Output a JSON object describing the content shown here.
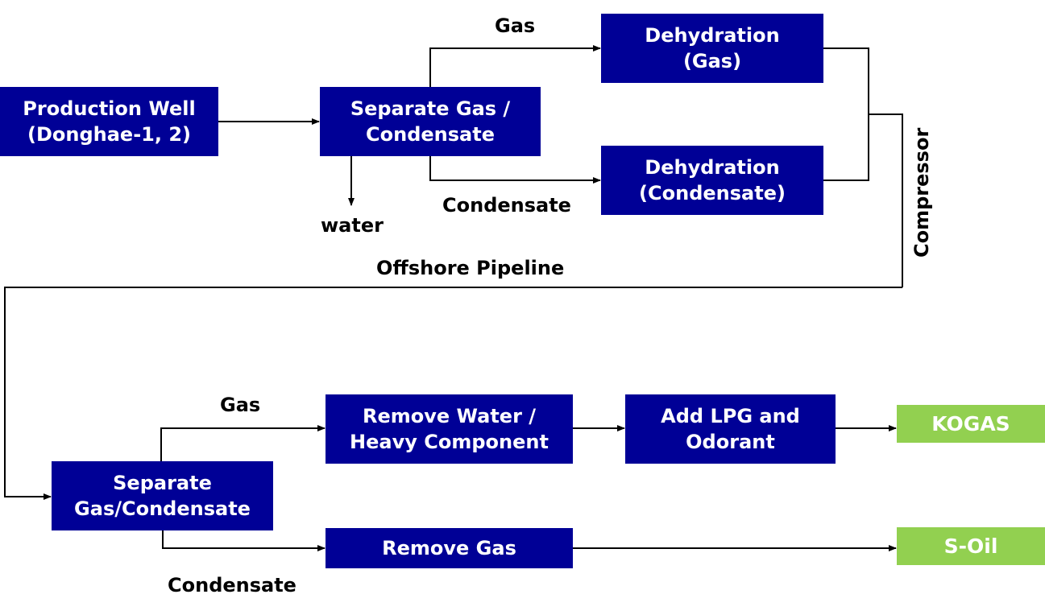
{
  "nodes": {
    "production_well": [
      "Production Well",
      "(Donghae-1, 2)"
    ],
    "separate_gas_condensate_top": [
      "Separate Gas /",
      "Condensate"
    ],
    "dehydration_gas": [
      "Dehydration",
      "(Gas)"
    ],
    "dehydration_condensate": [
      "Dehydration",
      "(Condensate)"
    ],
    "separate_gas_condensate_bottom": [
      "Separate",
      "Gas/Condensate"
    ],
    "remove_water": [
      "Remove Water /",
      "Heavy Component"
    ],
    "add_lpg": [
      "Add LPG and",
      "Odorant"
    ],
    "remove_gas": [
      "Remove Gas"
    ],
    "kogas": "KOGAS",
    "s_oil": "S-Oil"
  },
  "labels": {
    "gas_top": "Gas",
    "condensate_top": "Condensate",
    "water": "water",
    "compressor": "Compressor",
    "offshore_pipeline": "Offshore Pipeline",
    "gas_bottom": "Gas",
    "condensate_bottom": "Condensate"
  },
  "colors": {
    "box_fill": "#000096",
    "box_text": "#ffffff",
    "terminal_fill": "#92d050",
    "line": "#000000"
  }
}
